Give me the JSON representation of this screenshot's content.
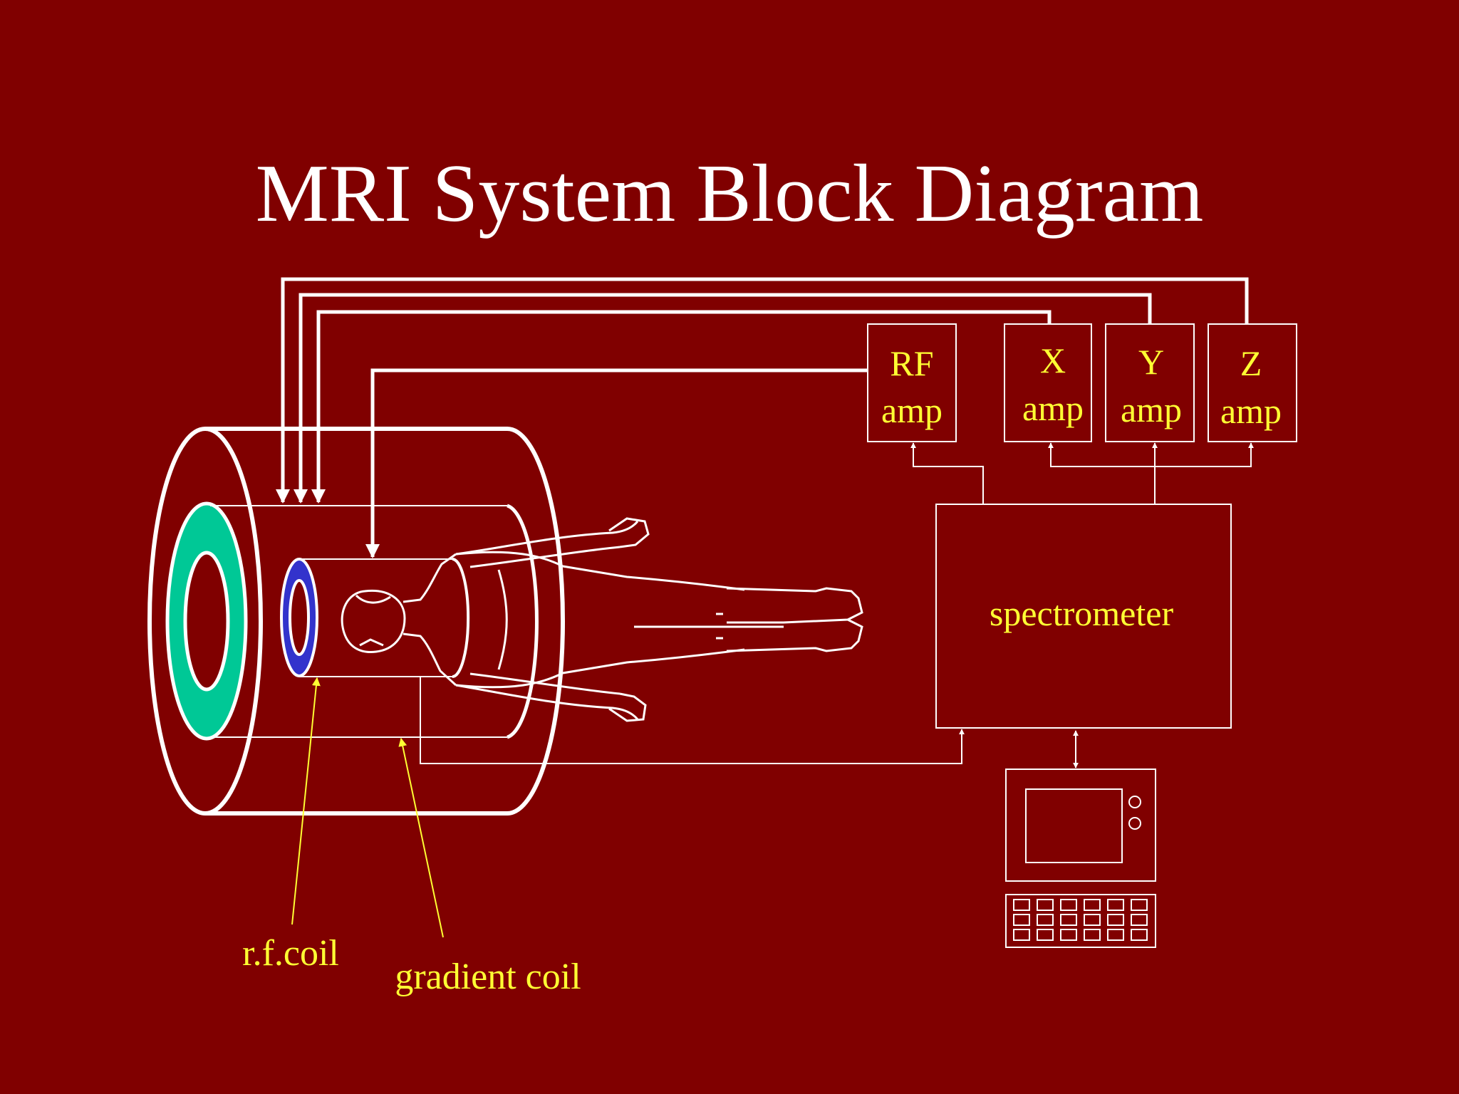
{
  "title": "MRI System Block Diagram",
  "colors": {
    "background": "#800000",
    "lines": "#ffffff",
    "labels": "#ffff33",
    "gradient_coil_ring": "#00c896",
    "rf_coil_ring": "#3333cc"
  },
  "blocks": {
    "rf_amp": {
      "line1": "RF",
      "line2": "amp"
    },
    "x_amp": {
      "line1": "X",
      "line2": "amp"
    },
    "y_amp": {
      "line1": "Y",
      "line2": "amp"
    },
    "z_amp": {
      "line1": "Z",
      "line2": "amp"
    },
    "spectrometer": "spectrometer"
  },
  "labels": {
    "rf_coil": "r.f.coil",
    "gradient_coil": "gradient coil"
  },
  "icons": {
    "magnet": "magnet-cylinder-icon",
    "patient": "patient-figure-icon",
    "computer": "computer-console-icon",
    "keyboard": "keyboard-icon"
  }
}
